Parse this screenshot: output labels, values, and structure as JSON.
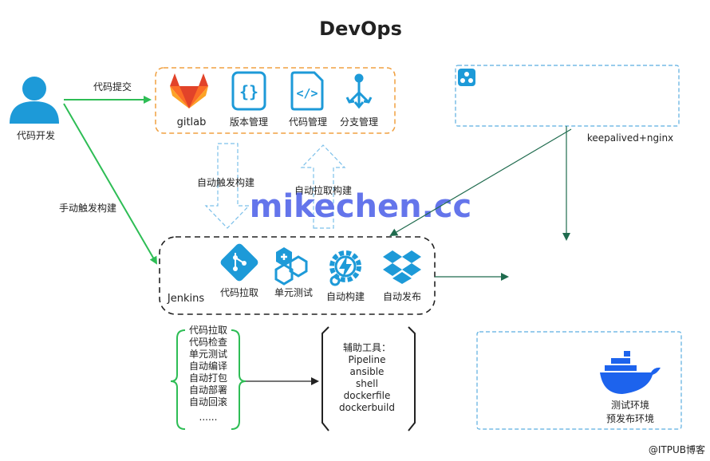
{
  "title": "DevOps",
  "watermark": "mikechen.cc",
  "footer": "@ITPUB博客",
  "developer": {
    "label": "代码开发"
  },
  "edges": {
    "commit": "代码提交",
    "manual_build": "手动触发构建",
    "auto_trigger": "自动触发构建",
    "auto_pull": "自动拉取构建",
    "lb": "keepalived+nginx"
  },
  "gitlab_group": {
    "items": [
      {
        "label": "gitlab",
        "icon": "gitlab-fox-icon"
      },
      {
        "label": "版本管理",
        "icon": "braces-doc-icon"
      },
      {
        "label": "代码管理",
        "icon": "code-doc-icon"
      },
      {
        "label": "分支管理",
        "icon": "branch-icon"
      }
    ]
  },
  "jenkins_group": {
    "label": "Jenkins",
    "items": [
      {
        "label": "代码拉取",
        "icon": "git-diamond-icon"
      },
      {
        "label": "单元测试",
        "icon": "hexagons-icon"
      },
      {
        "label": "自动构建",
        "icon": "gear-bolt-icon"
      },
      {
        "label": "自动发布",
        "icon": "dropbox-icon"
      }
    ]
  },
  "steps": [
    "代码拉取",
    "代码检查",
    "单元测试",
    "自动编译",
    "自动打包",
    "自动部署",
    "自动回滚",
    "......"
  ],
  "tools": {
    "heading": "辅助工具：",
    "items": [
      "Pipeline",
      "ansible",
      "shell",
      "dockerfile",
      "dockerbuild"
    ]
  },
  "env_box": {
    "lines": [
      "测试环境",
      "预发布环境"
    ]
  },
  "colors": {
    "green": "#2ebd55",
    "blue": "#1d9ad8",
    "orange": "#f0a040",
    "dashblue": "#5aaee0",
    "gitlab": "#e24329",
    "docker": "#1d63ed"
  }
}
